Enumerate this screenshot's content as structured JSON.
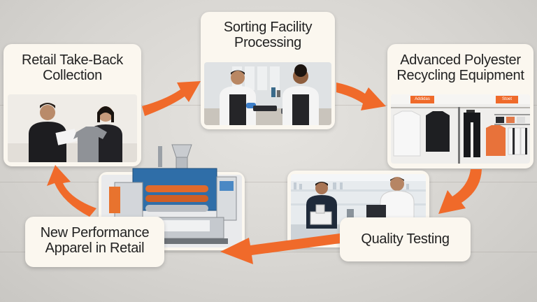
{
  "diagram": {
    "steps": [
      {
        "label_line1": "Retail Take-Back",
        "label_line2": "Collection"
      },
      {
        "label_line1": "Sorting Facility",
        "label_line2": "Processing"
      },
      {
        "label_line1": "Advanced Polyester",
        "label_line2": "Recycling Equipment"
      },
      {
        "label_line1": "Quality Testing",
        "label_line2": ""
      },
      {
        "label_line1": "New Performance",
        "label_line2": "Apparel in Retail"
      }
    ],
    "store_signs": [
      "Addidas",
      "Stoet"
    ],
    "arrow_color": "#f06a2a"
  }
}
